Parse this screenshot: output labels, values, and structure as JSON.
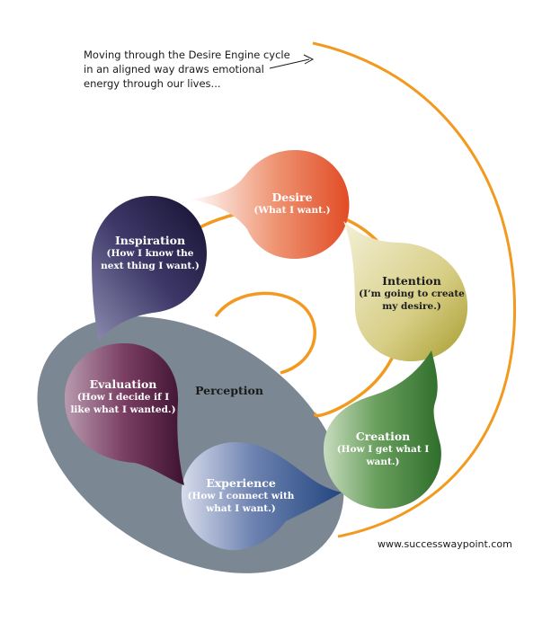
{
  "intro_text": "Moving through the Desire Engine cycle in an aligned way draws emotional energy through our lives...",
  "footer_url": "www.successwaypoint.com",
  "center_label": "Perception",
  "nodes": [
    {
      "title": "Desire",
      "subtitle": "(What I want.)"
    },
    {
      "title": "Intention",
      "subtitle": "(I’m going to create my desire.)"
    },
    {
      "title": "Creation",
      "subtitle": "(How I get what I want.)"
    },
    {
      "title": "Experience",
      "subtitle": "(How I connect with what I want.)"
    },
    {
      "title": "Evaluation",
      "subtitle": "(How I decide if I like what I wanted.)"
    },
    {
      "title": "Inspiration",
      "subtitle": "(How I know the next thing I want.)"
    }
  ],
  "colors": {
    "spiral": "#F29A1F",
    "perception_ellipse": "#7B8792",
    "desire": "#E55A30",
    "intention": "#B7AC37",
    "creation": "#3C7A36",
    "experience": "#2E538A",
    "evaluation": "#5A2545",
    "inspiration": "#252048"
  }
}
